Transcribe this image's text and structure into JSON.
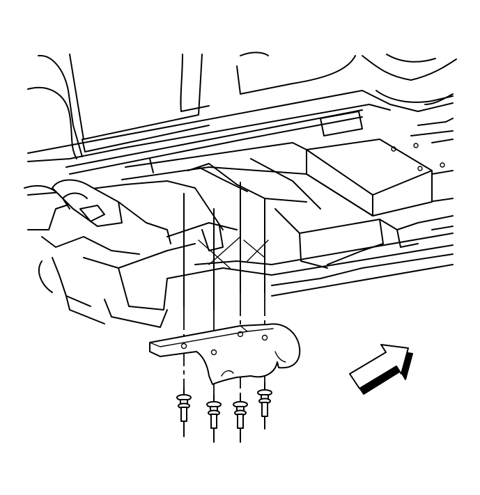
{
  "diagram": {
    "rivet_count": 4,
    "line_color": "#000000",
    "background_color": "#ffffff",
    "icons": [
      "vehicle-underbody-frame",
      "reinforcement-bracket",
      "rivet-icon",
      "direction-arrow-icon"
    ]
  }
}
